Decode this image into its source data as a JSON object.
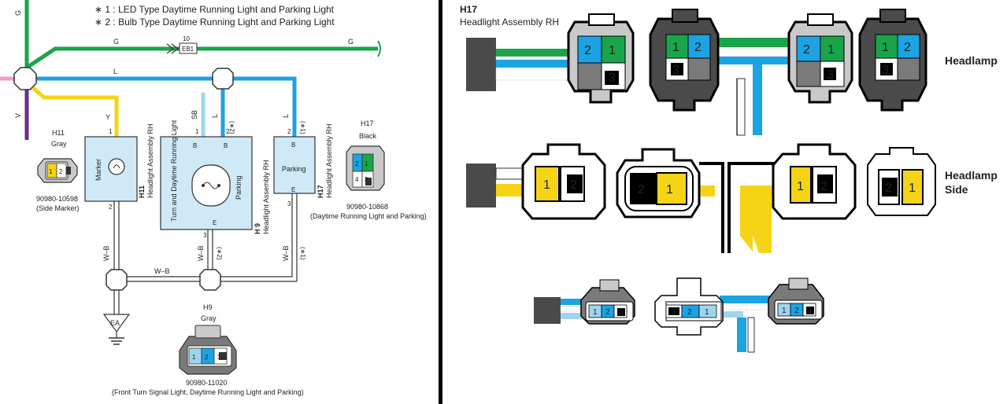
{
  "left_diagram": {
    "notes": [
      "∗ 1 : LED Type Daytime Running Light and Parking Light",
      "∗ 2 : Bulb Type Daytime Running Light and Parking Light"
    ],
    "wire_labels": {
      "g_left": "G",
      "g_right": "G",
      "l_main": "L",
      "y": "Y",
      "v": "V",
      "g_vert": "G",
      "sb": "SB",
      "l_mid": "L",
      "l_mid_note": "(∗2)",
      "l_right": "L",
      "l_right_note": "(∗1)",
      "wb1": "W–B",
      "wb2": "W–B",
      "wb2_note": "(∗2)",
      "wb3": "W–B",
      "wb3_note": "(∗1)",
      "wb_h": "W–B"
    },
    "junction": {
      "num": "10",
      "code": "EB1"
    },
    "pins": {
      "marker_1": "1",
      "marker_2": "2",
      "turn_1": "1",
      "turn_2": "2",
      "turn_3": "3",
      "park_2": "2",
      "park_3": "3"
    },
    "components": {
      "marker": {
        "title": "Marker",
        "side_code": "H11",
        "side_name": "Headlight Assembly RH"
      },
      "turn": {
        "title": "Turn and Daytime Running Light",
        "parking_label": "Parking",
        "pin_b1": "B",
        "pin_b2": "B",
        "pin_e": "E",
        "side_code": "H 9",
        "side_name": "Headlight Assembly RH"
      },
      "parking": {
        "title": "Parking",
        "pin_b": "B",
        "pin_e": "E",
        "side_code": "H17",
        "side_name": "Headlight Assembly RH"
      }
    },
    "ground": "EA",
    "connector_h11": {
      "code": "H11",
      "color": "Gray",
      "part": "90980-10598",
      "desc": "(Side Marker)",
      "pins": [
        "1",
        "2"
      ]
    },
    "connector_h17": {
      "code": "H17",
      "color": "Black",
      "part": "90980-10868",
      "desc": "(Daytime Running Light and Parking)",
      "pins": [
        "2",
        "1",
        "4",
        "3"
      ]
    },
    "connector_h9": {
      "code": "H9",
      "color": "Gray",
      "part": "90980-11020",
      "desc": "(Front Turn Signal Light, Daytime Running Light and Parking)",
      "pins": [
        "1",
        "2",
        "3"
      ]
    }
  },
  "right_diagram": {
    "title_code": "H17",
    "title_name": "Headlight Assembly RH",
    "row1_label": "Headlamp",
    "row2_label_1": "Headlamp",
    "row2_label_2": "Side",
    "row1_conn_a": [
      "2",
      "1",
      "3"
    ],
    "row1_conn_b": [
      "1",
      "2",
      "3"
    ],
    "row1_conn_c": [
      "2",
      "1",
      "3"
    ],
    "row1_conn_d": [
      "1",
      "2",
      "3"
    ],
    "row2_conn_a": [
      "1",
      "2"
    ],
    "row2_conn_b": [
      "2",
      "1"
    ],
    "row2_conn_c": [
      "1",
      "2"
    ],
    "row2_conn_d": [
      "2",
      "1"
    ],
    "row3_conn_a": [
      "1",
      "2",
      "3"
    ],
    "row3_conn_b": [
      "3",
      "2",
      "1"
    ],
    "row3_conn_c": [
      "1",
      "2",
      "3"
    ]
  },
  "colors": {
    "green": "#1aa54a",
    "blue": "#1ca3e3",
    "sky": "#9fd4ee",
    "yellow": "#f5d416",
    "purple": "#6a2c91",
    "pink": "#f29bc4",
    "box": "#cfe9f7",
    "gray": "#7a7a7a",
    "dark": "#4a4a4a",
    "lightgray": "#c9c9c9"
  }
}
